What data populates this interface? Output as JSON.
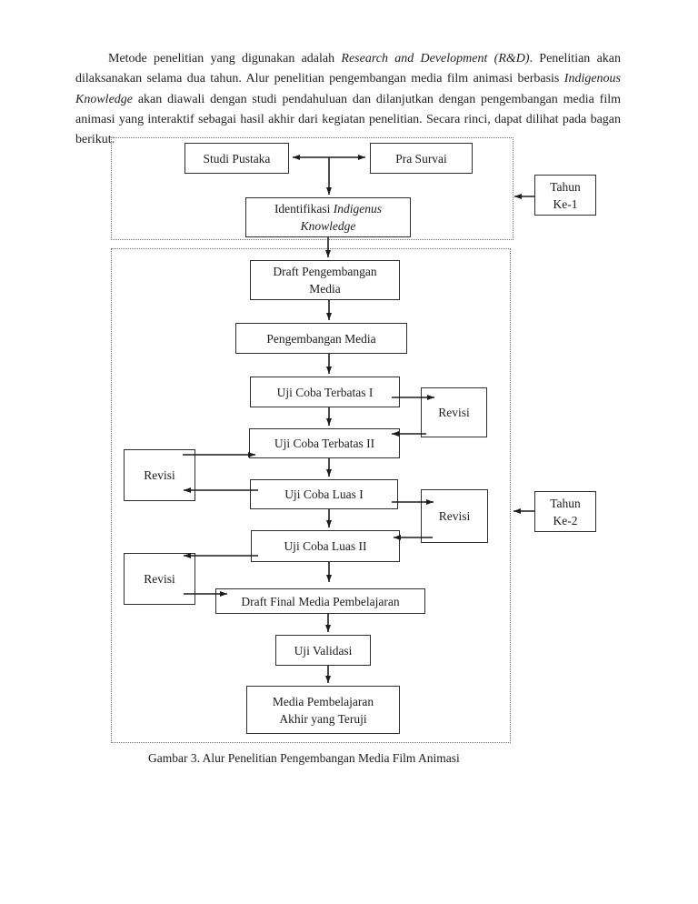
{
  "page": {
    "intro": {
      "p1": "Metode penelitian yang digunakan adalah ",
      "p2_italic": "Research and Development (R&D)",
      "p3": ".  Penelitian akan dilaksanakan selama dua tahun. Alur penelitian pengembangan media film animasi berbasis ",
      "p4_italic": "Indigenous Knowledge",
      "p5": " akan diawali dengan studi pendahuluan dan dilanjutkan dengan pengembangan media film animasi yang interaktif sebagai hasil akhir dari kegiatan penelitian. Secara rinci, dapat dilihat pada bagan berikut:"
    },
    "caption": "Gambar 3. Alur Penelitian Pengembangan Media Film Animasi"
  },
  "flowchart": {
    "nodes": {
      "studi_pustaka": "Studi Pustaka",
      "pra_survai": "Pra Survai",
      "identifikasi_prefix": "Identifikasi ",
      "identifikasi_italic": "Indigenus Knowledge",
      "draft_pengembangan_line1": "Draft Pengembangan",
      "draft_pengembangan_line2": "Media",
      "pengembangan_media": "Pengembangan Media",
      "uji_coba_terbatas_1": "Uji Coba Terbatas I",
      "uji_coba_terbatas_2": "Uji Coba  Terbatas II",
      "uji_coba_luas_1": "Uji Coba  Luas I",
      "uji_coba_luas_2": "Uji Coba  Luas II",
      "revisi": "Revisi",
      "draft_final": "Draft Final Media Pembelajaran",
      "uji_validasi": "Uji Validasi",
      "final_line1": "Media  Pembelajaran",
      "final_line2": "Akhir yang Teruji"
    },
    "year1": {
      "line1": "Tahun",
      "line2": "Ke-1"
    },
    "year2": {
      "line1": "Tahun",
      "line2": "Ke-2"
    }
  },
  "colors": {
    "text": "#1f1f1f",
    "box_border": "#2d2d2d",
    "arrow_line": "#1c1c1c",
    "dashed_border": "#6e6e6e",
    "background": "#ffffff"
  }
}
